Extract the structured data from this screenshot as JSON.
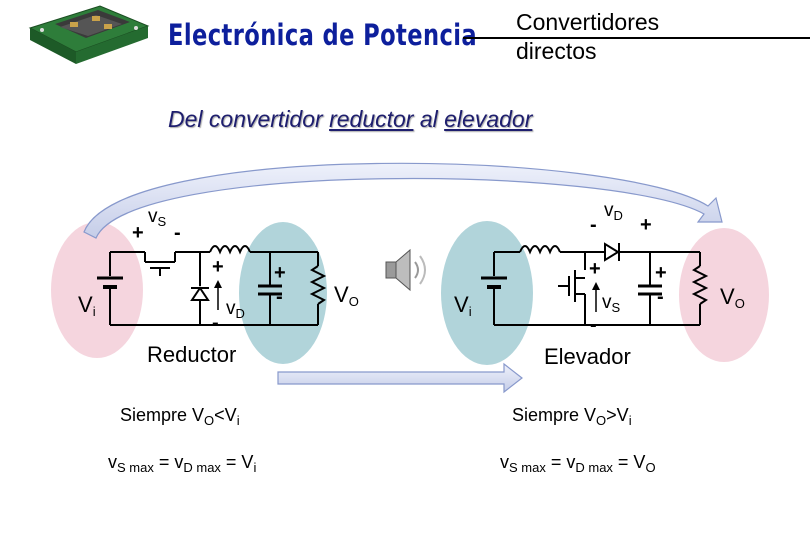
{
  "header": {
    "brand": "Electrónica de Potencia",
    "title_line1": "Convertidores",
    "title_line2": "directos"
  },
  "subtitle": {
    "pre": "Del convertidor ",
    "reductor": "reductor",
    "mid": " al ",
    "elevador": "elevador"
  },
  "reductor": {
    "name": "Reductor",
    "vi": "V",
    "vi_sub": "i",
    "vs": "v",
    "vs_sub": "S",
    "vd": "v",
    "vd_sub": "D",
    "vo": "V",
    "vo_sub": "O",
    "plus": "+",
    "minus": "-",
    "cond_pre": "Siempre V",
    "cond_sub1": "O",
    "cond_mid": "<V",
    "cond_sub2": "i",
    "eq_a": "v",
    "eq_a_sub": "S max",
    "eq_b": " = v",
    "eq_b_sub": "D max",
    "eq_c": " = V",
    "eq_c_sub": "i"
  },
  "elevador": {
    "name": "Elevador",
    "vi": "V",
    "vi_sub": "i",
    "vs": "v",
    "vs_sub": "S",
    "vd": "v",
    "vd_sub": "D",
    "vo": "V",
    "vo_sub": "O",
    "plus": "+",
    "minus": "-",
    "cond_pre": "Siempre V",
    "cond_sub1": "O",
    "cond_mid": ">V",
    "cond_sub2": "i",
    "eq_a": "v",
    "eq_a_sub": "S max",
    "eq_b": " = v",
    "eq_b_sub": "D max",
    "eq_c": " = V",
    "eq_c_sub": "O"
  },
  "icons": [
    "power-module-icon",
    "speaker-icon"
  ],
  "colors": {
    "brand": "#0d1f9c",
    "pink_ellipse": "#f4d3dc",
    "teal_ellipse": "#a8cfd6",
    "arrow_fill": "#d9dff0",
    "arrow_stroke": "#8899cc"
  }
}
